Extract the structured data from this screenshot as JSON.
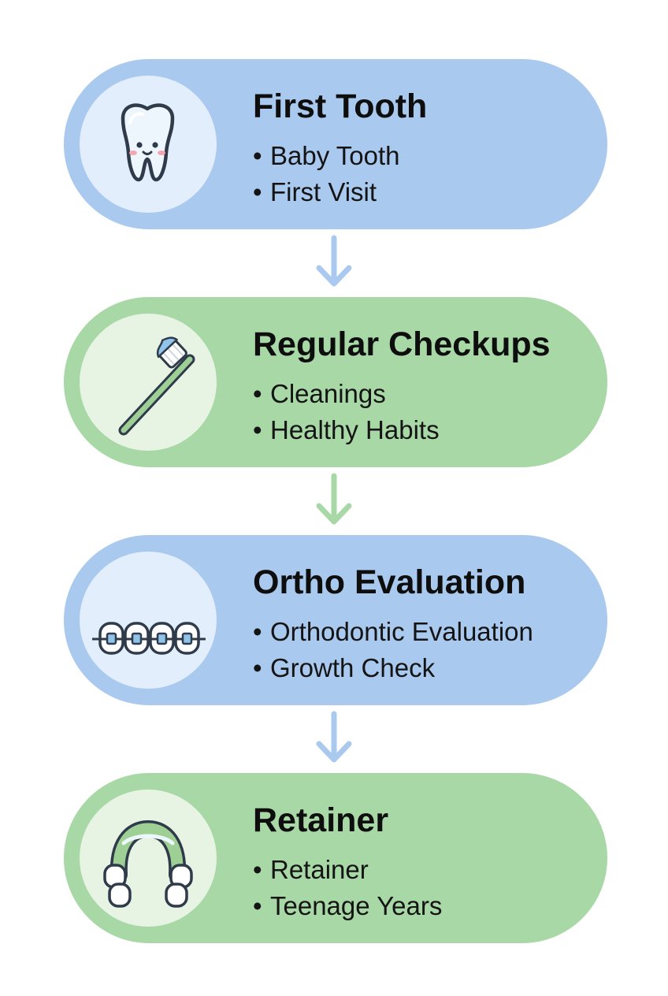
{
  "stages": [
    {
      "title": "First Tooth",
      "bullets": [
        "Baby Tooth",
        "First Visit"
      ],
      "icon": "tooth-icon",
      "color": "#a9c9ee"
    },
    {
      "title": "Regular Checkups",
      "bullets": [
        "Cleanings",
        "Healthy Habits"
      ],
      "icon": "toothbrush-icon",
      "color": "#a8d8a6"
    },
    {
      "title": "Ortho Evaluation",
      "bullets": [
        "Orthodontic Evaluation",
        "Growth Check"
      ],
      "icon": "braces-icon",
      "color": "#a9c9ee"
    },
    {
      "title": "Retainer",
      "bullets": [
        "Retainer",
        "Teenage Years"
      ],
      "icon": "retainer-icon",
      "color": "#a8d8a6"
    }
  ],
  "arrows": [
    {
      "icon": "down-arrow-icon",
      "color": "#a9c9ee"
    },
    {
      "icon": "down-arrow-icon",
      "color": "#a8d8a6"
    },
    {
      "icon": "down-arrow-icon",
      "color": "#a9c9ee"
    }
  ]
}
